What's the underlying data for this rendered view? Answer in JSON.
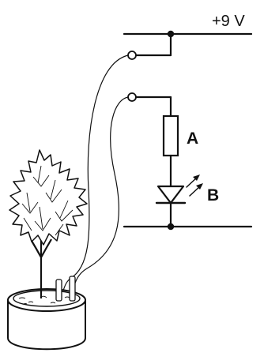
{
  "labels": {
    "supply": "+9 V",
    "resistor": "A",
    "led": "B"
  },
  "colors": {
    "ink": "#111111",
    "background": "#ffffff"
  }
}
